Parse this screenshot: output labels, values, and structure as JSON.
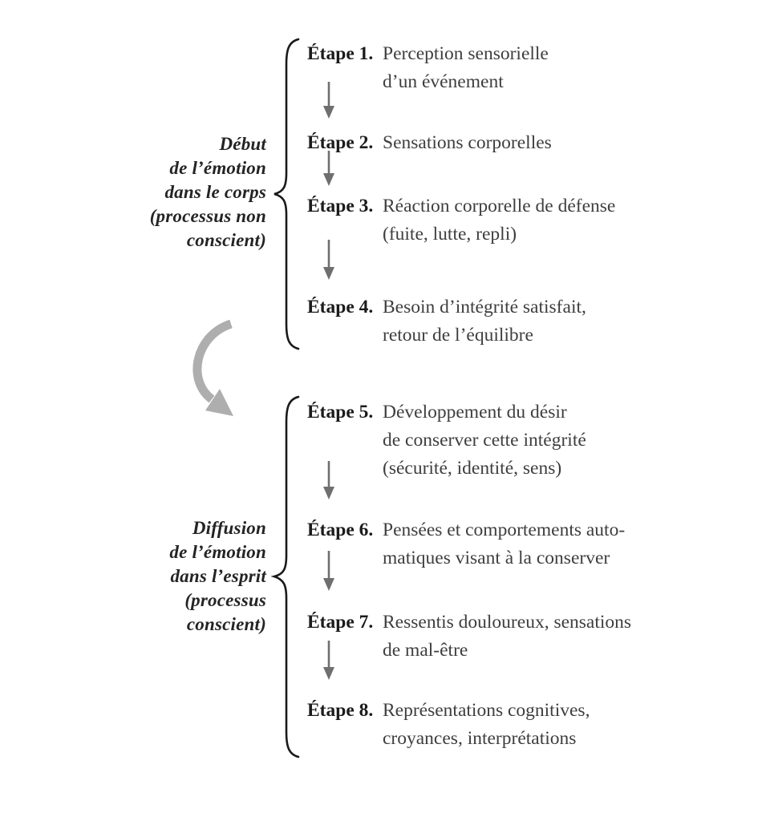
{
  "figure": {
    "description": "Deux phases du processus émotionnel",
    "background": "#ffffff"
  },
  "colors": {
    "step_label": "#1b1b1b",
    "step_text": "#3e3e3e",
    "side_label": "#242424",
    "brace": "#1a1a1a",
    "flow_arrow": "#6f6f6f",
    "transition_arrow": "#aeaeae"
  },
  "groups": [
    {
      "label": "Début\nde l’émotion\ndans le corps\n(processus non\nconscient)",
      "steps": [
        {
          "label": "Étape 1.",
          "text": "Perception sensorielle\nd’un événement"
        },
        {
          "label": "Étape 2.",
          "text": "Sensations corporelles"
        },
        {
          "label": "Étape 3.",
          "text": "Réaction corporelle de défense\n(fuite, lutte, repli)"
        },
        {
          "label": "Étape 4.",
          "text": "Besoin d’intégrité satisfait,\nretour de l’équilibre"
        }
      ]
    },
    {
      "label": "Diffusion\nde l’émotion\ndans l’esprit\n(processus\nconscient)",
      "steps": [
        {
          "label": "Étape 5.",
          "text": "Développement du désir\nde conserver cette intégrité\n(sécurité, identité, sens)"
        },
        {
          "label": "Étape 6.",
          "text": "Pensées et comportements auto-\nmatiques visant à la conserver"
        },
        {
          "label": "Étape 7.",
          "text": "Ressentis douloureux, sensations\nde mal-être"
        },
        {
          "label": "Étape 8.",
          "text": "Représentations cognitives,\ncroyances, interprétations"
        }
      ]
    }
  ]
}
